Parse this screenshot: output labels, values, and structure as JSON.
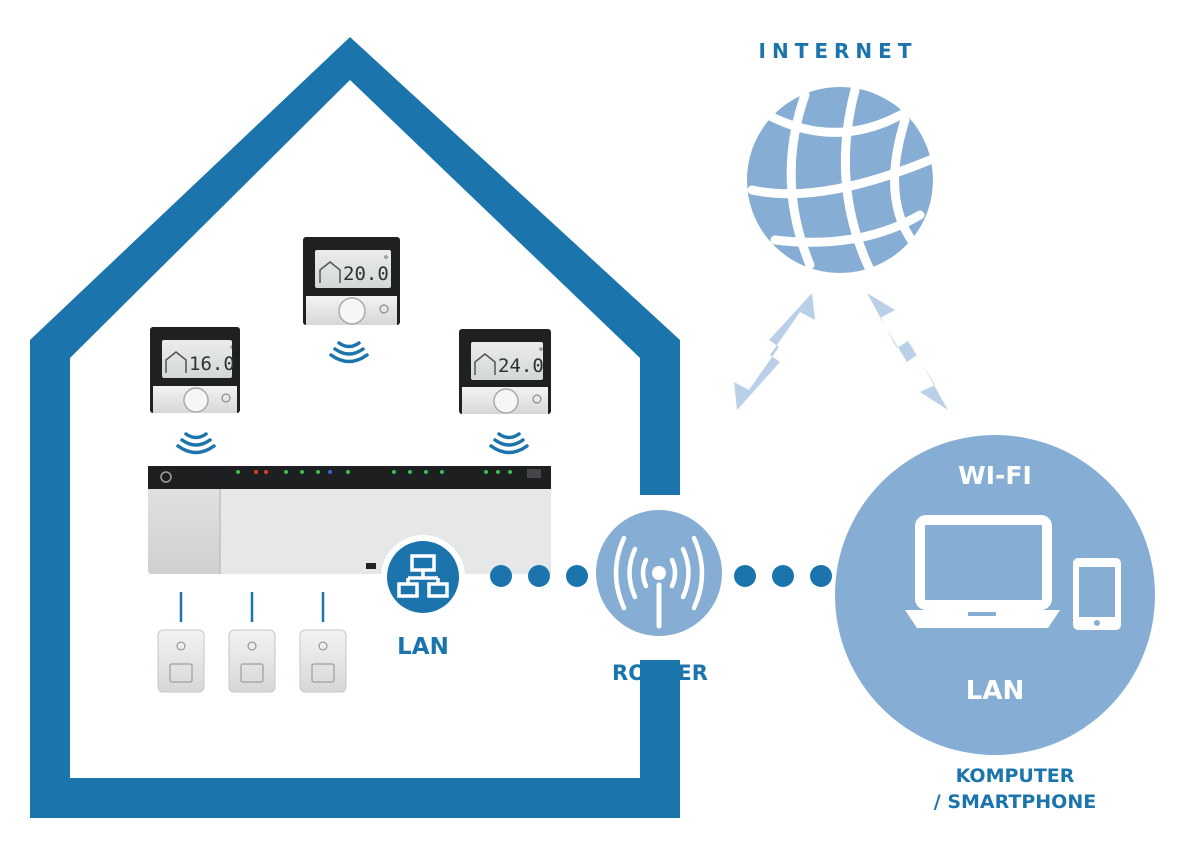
{
  "labels": {
    "internet": "INTERNET",
    "lan_left": "LAN",
    "router": "ROUTER",
    "wifi": "WI-FI",
    "lan_right": "LAN",
    "computer_line1": "KOMPUTER",
    "computer_line2": "/ SMARTPHONE"
  },
  "thermostats": [
    {
      "reading": "16.0",
      "unit": "°"
    },
    {
      "reading": "20.0",
      "unit": "°"
    },
    {
      "reading": "24.0",
      "unit": "°"
    }
  ],
  "colors": {
    "house_blue": "#1b75ac",
    "light_blue": "#86add4",
    "arrow_blue": "#b9d0e8",
    "device_grey": "#e2e3e4"
  },
  "icons": {
    "network": "network-icon",
    "router": "router-antenna-icon",
    "laptop": "laptop-icon",
    "phone": "smartphone-icon",
    "globe": "globe-icon",
    "wireless": "wireless-signal-icon"
  }
}
